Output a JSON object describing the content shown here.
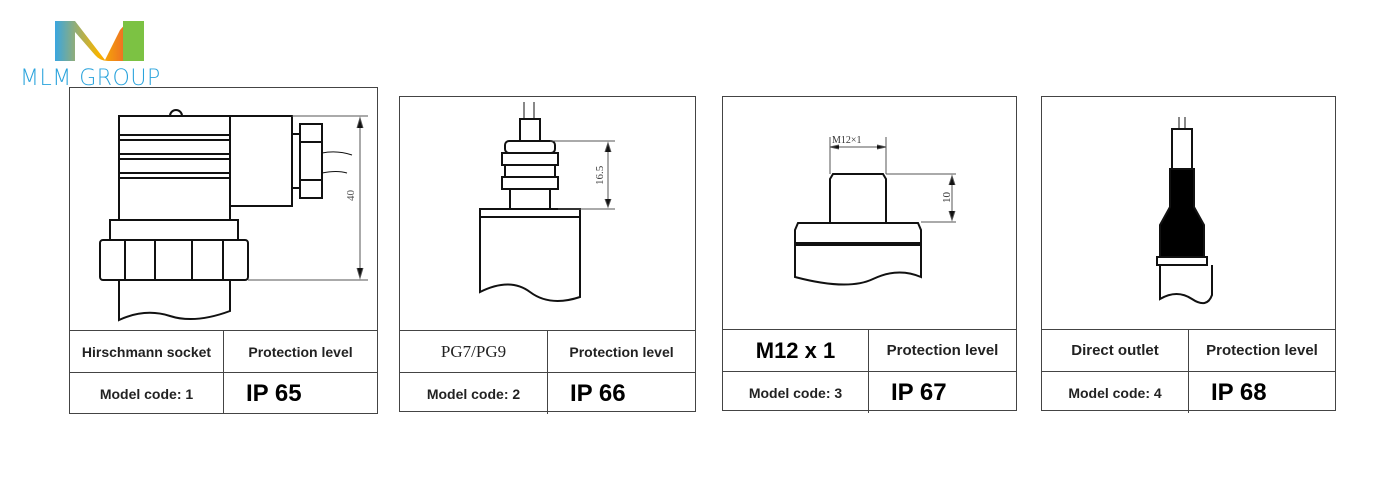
{
  "logo": {
    "text": "MLM GROUP"
  },
  "panels": [
    {
      "type": "Hirschmann socket",
      "header": "Protection level",
      "model": "Model code: 1",
      "ip": "IP 65",
      "dims": [
        "40"
      ]
    },
    {
      "type": "PG7/PG9",
      "header": "Protection level",
      "model": "Model code: 2",
      "ip": "IP 66",
      "dims": [
        "16.5"
      ]
    },
    {
      "type": "M12 x 1",
      "header": "Protection level",
      "model": "Model code: 3",
      "ip": "IP 67",
      "dims": [
        "M12×1",
        "10"
      ]
    },
    {
      "type": "Direct outlet",
      "header": "Protection level",
      "model": "Model code: 4",
      "ip": "IP 68",
      "dims": []
    }
  ]
}
